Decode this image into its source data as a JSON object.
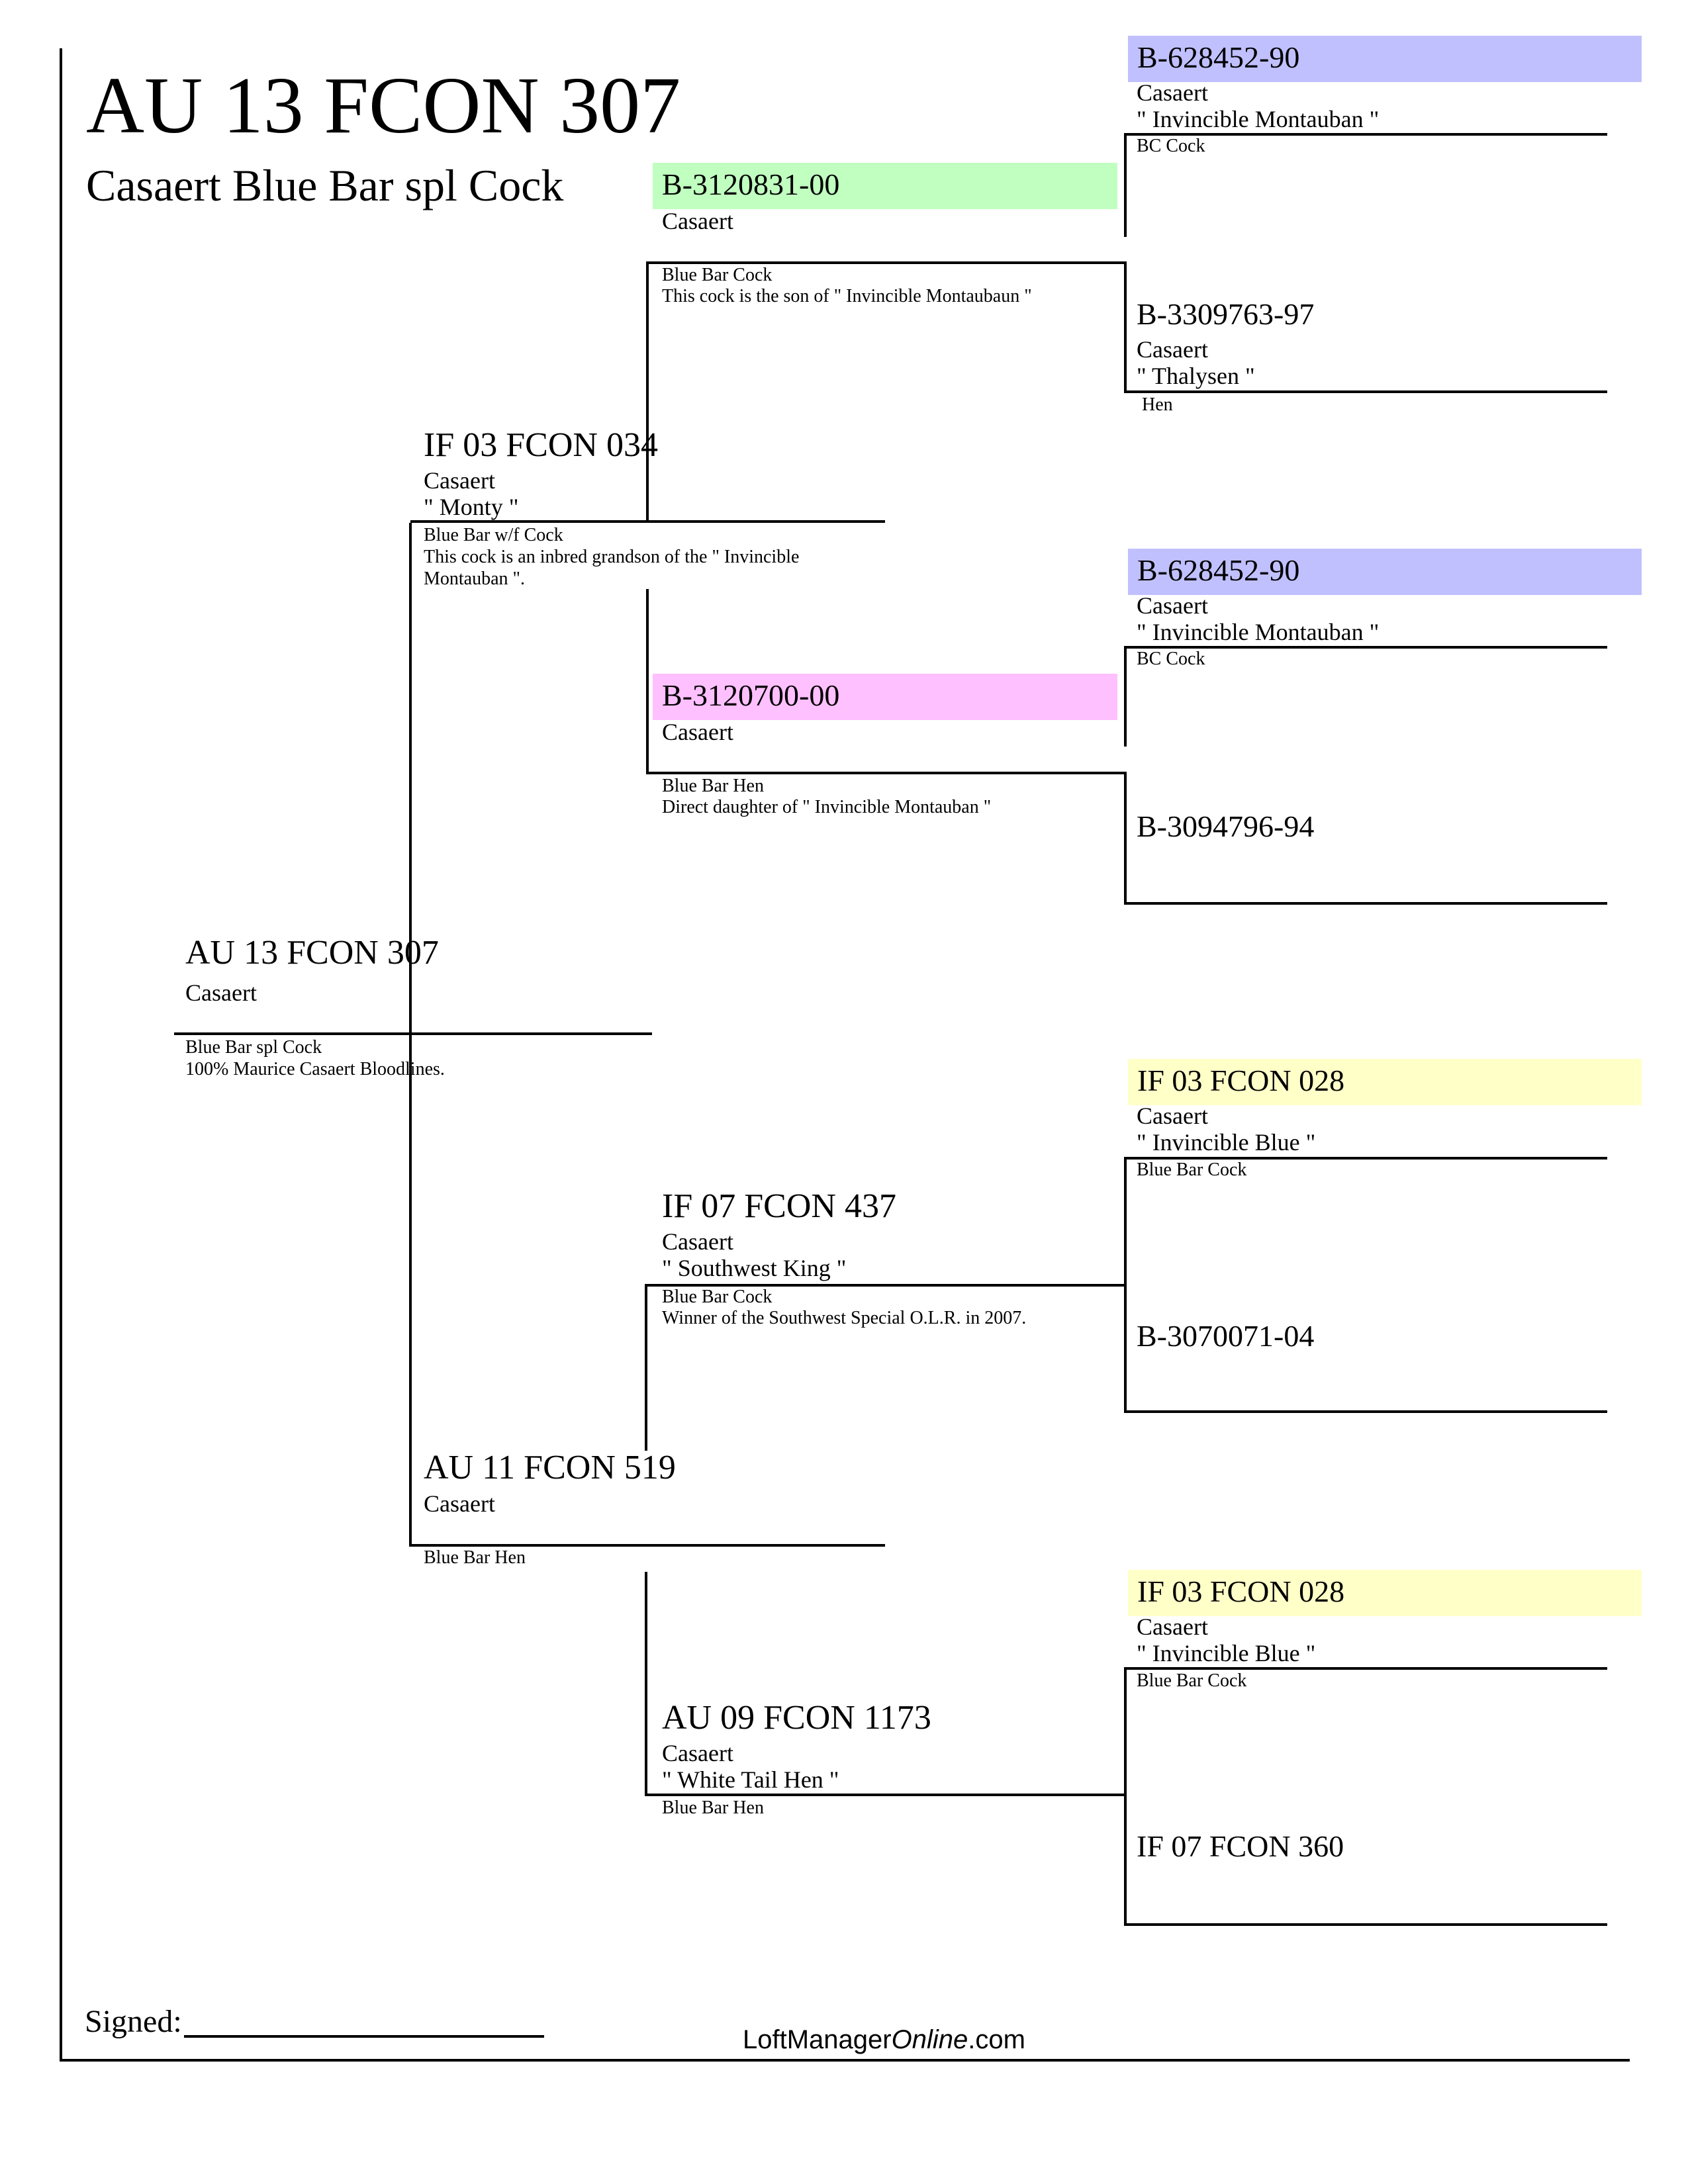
{
  "header": {
    "title": "AU 13 FCON 307",
    "subtitle": "Casaert Blue Bar spl Cock"
  },
  "colors": {
    "sire_sire": "#c0ffc0",
    "sire_dam": "#ffc0ff",
    "invincible_montauban": "#c0c0ff",
    "invincible_blue": "#ffffc8"
  },
  "subject": {
    "ring": "AU 13 FCON 307",
    "breeder": "Casaert",
    "color": "Blue Bar spl Cock",
    "note": "100% Maurice Casaert Bloodlines."
  },
  "sire": {
    "ring": "IF 03 FCON 034",
    "breeder": "Casaert",
    "name": "\" Monty \"",
    "color": "Blue Bar w/f Cock",
    "note_line1": "This cock is an inbred grandson of the \" Invincible",
    "note_line2": "Montauban \"."
  },
  "dam": {
    "ring": "AU 11 FCON 519",
    "breeder": "Casaert",
    "color": "Blue Bar Hen"
  },
  "sire_sire": {
    "ring": "B-3120831-00",
    "breeder": "Casaert",
    "color": "Blue Bar Cock",
    "note": "This cock is the son of \" Invincible Montaubaun \""
  },
  "sire_dam": {
    "ring": "B-3120700-00",
    "breeder": "Casaert",
    "color": "Blue Bar Hen",
    "note": "Direct daughter of \" Invincible Montauban \""
  },
  "dam_sire": {
    "ring": "IF 07 FCON 437",
    "breeder": "Casaert",
    "name": "\" Southwest King \"",
    "color": "Blue Bar Cock",
    "note": "Winner of the Southwest Special O.L.R. in 2007."
  },
  "dam_dam": {
    "ring": "AU 09 FCON 1173",
    "breeder": "Casaert",
    "name": "\" White Tail Hen \"",
    "color": "Blue Bar Hen"
  },
  "gen4": [
    {
      "ring": "B-628452-90",
      "breeder": "Casaert",
      "name": "\" Invincible Montauban \"",
      "color": "BC Cock"
    },
    {
      "ring": "B-3309763-97",
      "breeder": "Casaert",
      "name": "\" Thalysen \"",
      "color": "Hen"
    },
    {
      "ring": "B-628452-90",
      "breeder": "Casaert",
      "name": "\" Invincible Montauban \"",
      "color": "BC Cock"
    },
    {
      "ring": "B-3094796-94"
    },
    {
      "ring": "IF 03 FCON 028",
      "breeder": "Casaert",
      "name": "\" Invincible Blue \"",
      "color": "Blue Bar Cock"
    },
    {
      "ring": "B-3070071-04"
    },
    {
      "ring": "IF 03 FCON 028",
      "breeder": "Casaert",
      "name": "\" Invincible Blue \"",
      "color": "Blue Bar Cock"
    },
    {
      "ring": "IF 07 FCON 360"
    }
  ],
  "footer": {
    "signed_label": "Signed:",
    "brand_prefix": "LoftManager",
    "brand_italic": "Online",
    "brand_suffix": ".com"
  }
}
